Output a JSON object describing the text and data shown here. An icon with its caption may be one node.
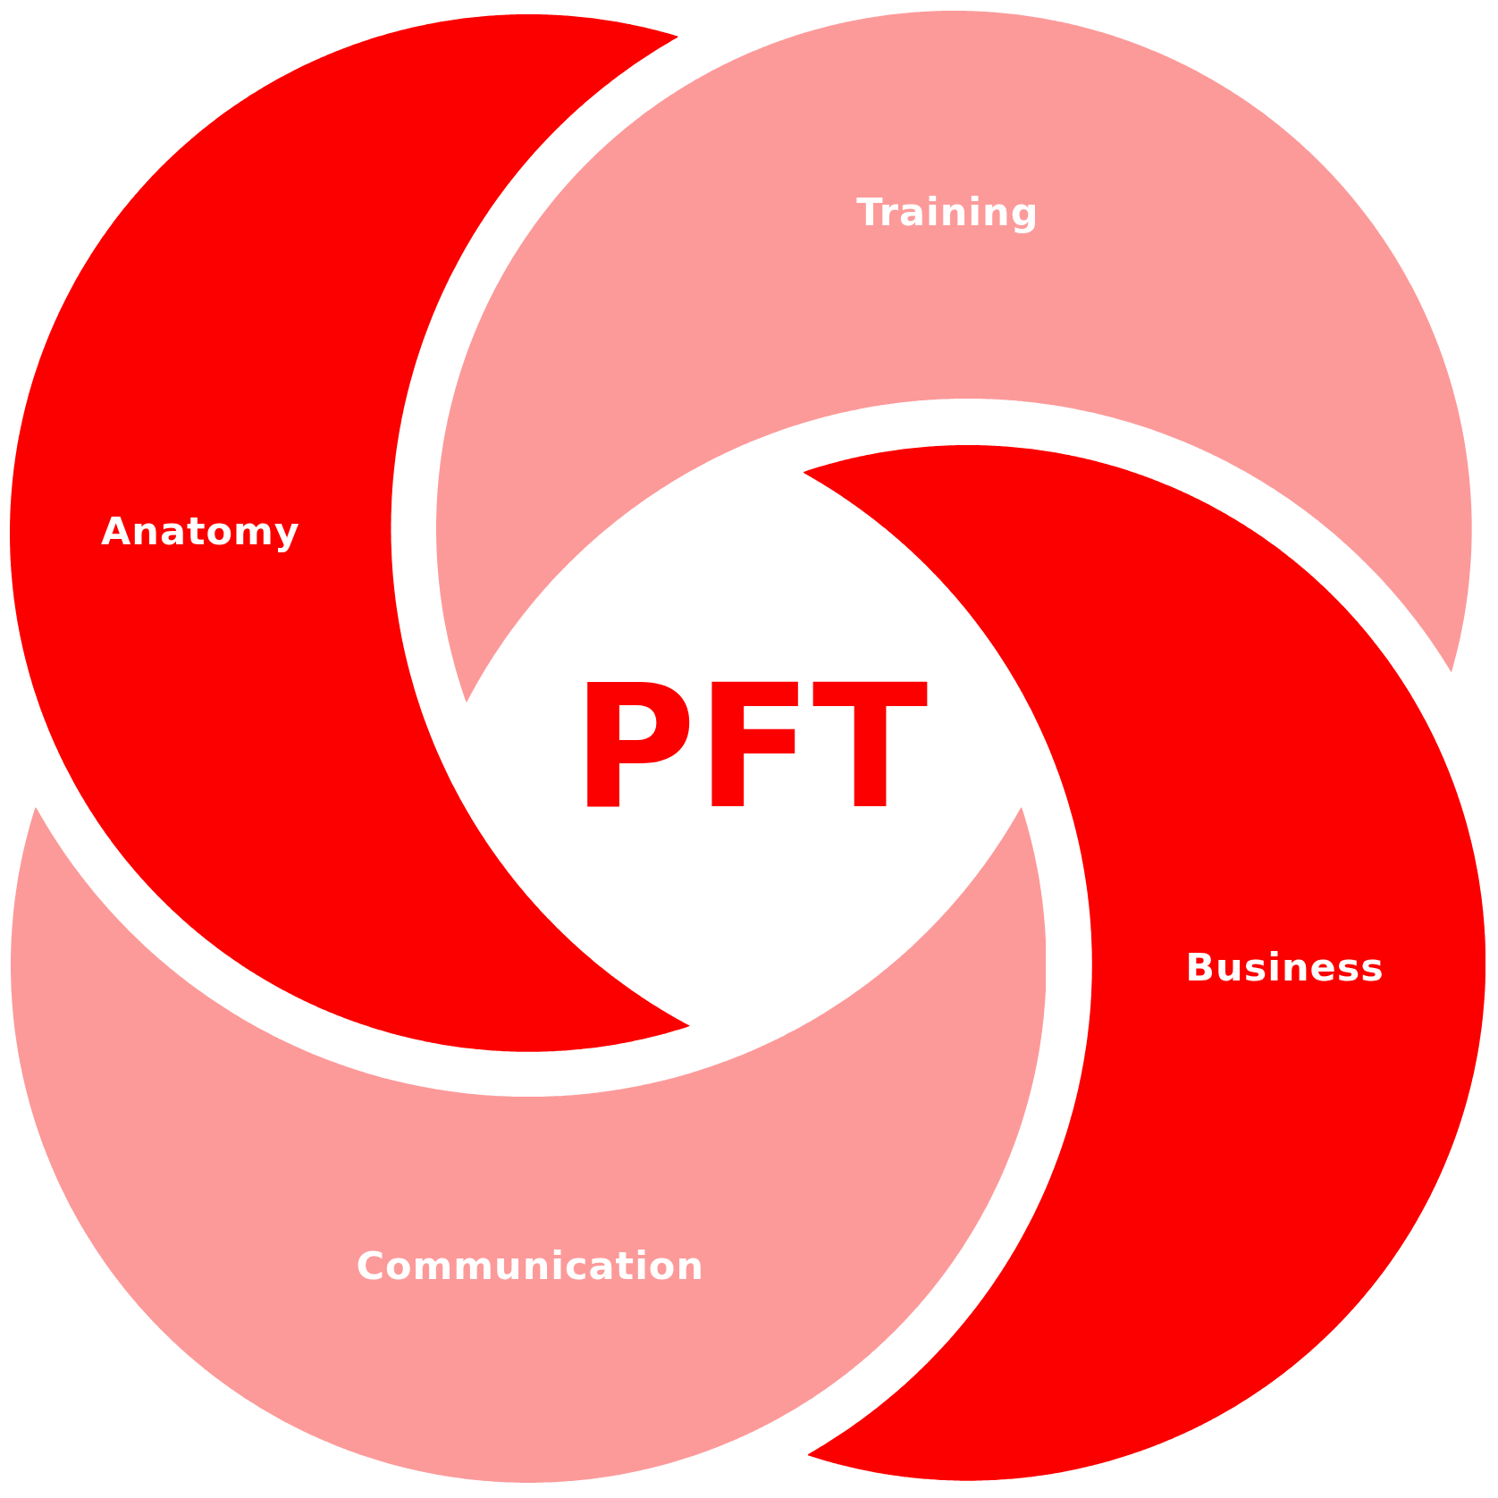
{
  "diagram": {
    "nodes": [
      {
        "text": [
          "Training"
        ]
      },
      {
        "text": [
          "Anatomy"
        ]
      },
      {
        "text": [
          "Business"
        ]
      },
      {
        "text": [
          "Communication"
        ]
      }
    ],
    "labels": [
      "PFT"
    ]
  }
}
